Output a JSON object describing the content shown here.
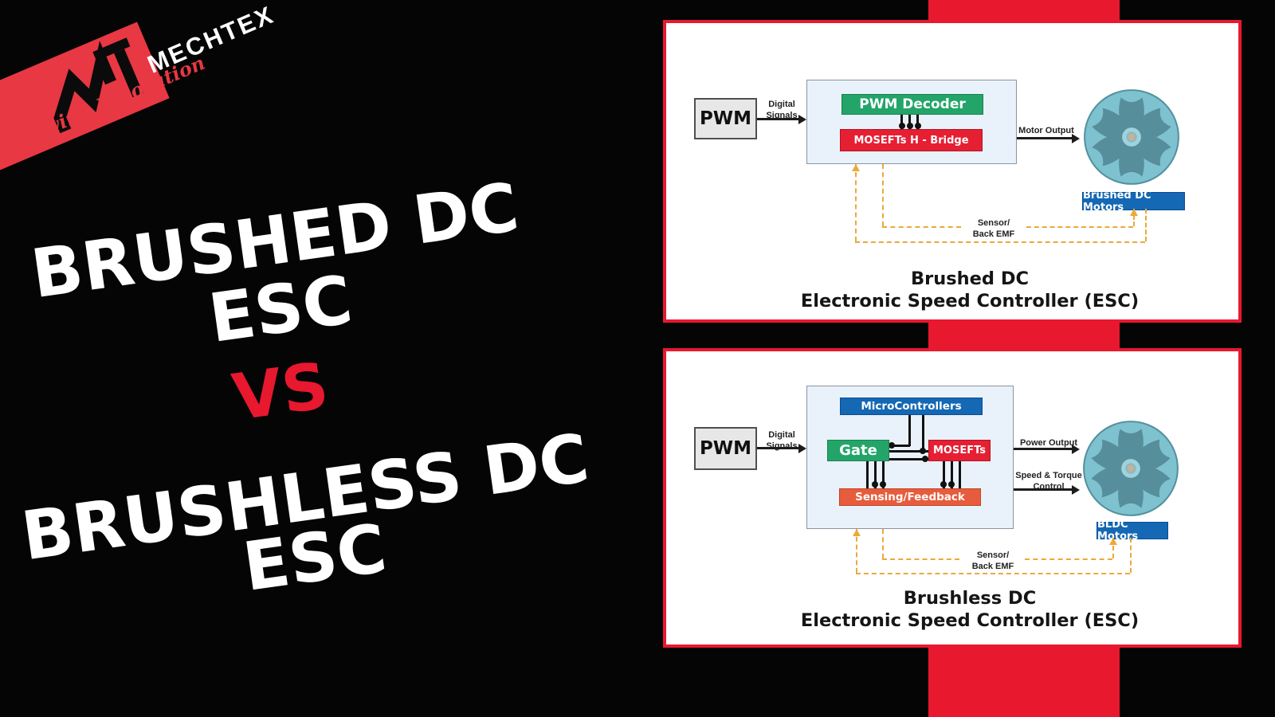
{
  "brand": {
    "name": "MECHTEX",
    "tagline": "Driving Innovation"
  },
  "headline": {
    "line1": "BRUSHED DC",
    "line2": "ESC",
    "vs": "VS",
    "line3": "BRUSHLESS DC",
    "line4": "ESC"
  },
  "brushed": {
    "pwm": "PWM",
    "digital_signals": "Digital\nSignals",
    "decoder": "PWM Decoder",
    "h_bridge": "MOSEFTs H - Bridge",
    "motor_output": "Motor Output",
    "motor_label": "Brushed DC Motors",
    "sensor_feedback": "Sensor/\nBack EMF",
    "title_line1": "Brushed DC",
    "title_line2": "Electronic Speed Controller (ESC)"
  },
  "brushless": {
    "pwm": "PWM",
    "digital_signals": "Digital\nSignals",
    "microcontrollers": "MicroControllers",
    "gate": "Gate",
    "mosfets": "MOSEFTs",
    "sensing": "Sensing/Feedback",
    "power_output": "Power Output",
    "speed_torque": "Speed & Torque\nControl",
    "motor_label": "BLDC Motors",
    "sensor_feedback": "Sensor/\nBack EMF",
    "title_line1": "Brushless DC",
    "title_line2": "Electronic Speed Controller (ESC)"
  },
  "colors": {
    "accent_red": "#E8182F",
    "logo_red": "#E73843",
    "card_bg": "#FFFFFF",
    "container_bg": "#E9F1FA",
    "container_border": "#8B959F",
    "green_box": "#23A569",
    "red_box": "#E61F33",
    "blue_box": "#1468B4",
    "blue_box_border": "#0A4C94",
    "orange_box": "#E75C3C",
    "dashed_line": "#EBA93B",
    "motor_body": "#578E9C",
    "motor_disc": "#7EC2D0",
    "headline_white": "#FFFFFF",
    "title_text": "#151515"
  }
}
